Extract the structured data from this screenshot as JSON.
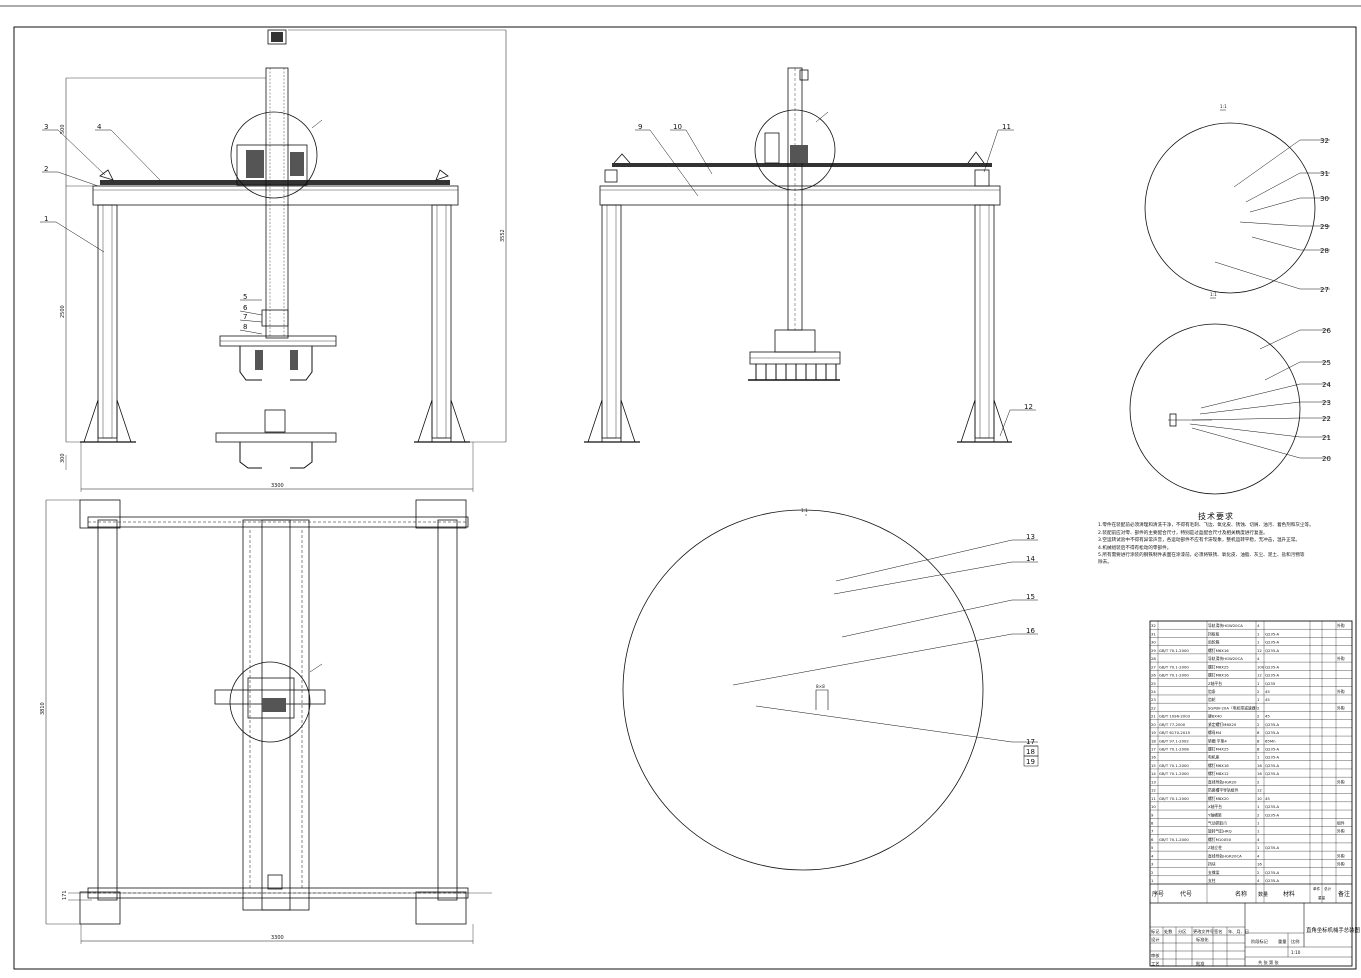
{
  "dims": {
    "top_left_a": "500",
    "left_mid": "2500",
    "left_bottom": "300",
    "width_front": "3300",
    "height_right": "3552",
    "plan_height": "3810",
    "plan_width": "3300",
    "plan_small": "171",
    "detail_small": "8×8"
  },
  "section_marks": {
    "a": "1:1",
    "b": "1:1",
    "c": "1:1"
  },
  "callouts": [
    "1",
    "2",
    "3",
    "4",
    "5",
    "6",
    "7",
    "8",
    "9",
    "10",
    "11",
    "12",
    "13",
    "14",
    "15",
    "16",
    "17",
    "18",
    "19",
    "20",
    "21",
    "22",
    "23",
    "24",
    "25",
    "26",
    "27",
    "28",
    "29",
    "30",
    "31",
    "32"
  ],
  "tech": {
    "title": "技术要求",
    "lines": [
      "1.零件在装配前必须清理和清洗干净，不得有毛刺、飞边、氧化皮、锈蚀、切屑、油污、着色剂和灰尘等。",
      "2.装配前应对零、部件的主要配合尺寸，特别是过盈配合尺寸及相关精度进行复查。",
      "3.空运转试验中不得有异常声音，各运动部件不应有卡滞现象，整机运转平稳，无冲击，温升正常。",
      "4.机械组装后不得有松动的零部件。",
      "5.所有需要进行涂装的钢铁制件表面在涂漆前，必须将铁锈、氧化皮、油脂、灰尘、泥土、盐和污物等",
      "  除去。"
    ]
  },
  "bom": {
    "rows": [
      [
        "32",
        "",
        "导轨滑块HGW20CA",
        "4",
        "",
        "",
        "外购"
      ],
      [
        "31",
        "",
        "挡板板",
        "1",
        "Q235-A",
        "",
        ""
      ],
      [
        "30",
        "",
        "齿轮箱",
        "1",
        "Q235-A",
        "",
        ""
      ],
      [
        "29",
        "GB/T 70.1-2000",
        "螺钉M6X16",
        "12",
        "Q235-A",
        "",
        ""
      ],
      [
        "28",
        "",
        "导轨滑块HGW20CA",
        "4",
        "",
        "",
        "外购"
      ],
      [
        "27",
        "GB/T 70.1-2000",
        "螺钉M6X25",
        "100",
        "Q235-A",
        "",
        ""
      ],
      [
        "26",
        "GB/T 70.1-2000",
        "螺钉M6X16",
        "12",
        "Q235-A",
        "",
        ""
      ],
      [
        "25",
        "",
        "Z轴平台",
        "1",
        "Q235",
        "",
        ""
      ],
      [
        "24",
        "",
        "齿条",
        "2",
        "45",
        "",
        "外购"
      ],
      [
        "23",
        "",
        "齿轮",
        "1",
        "45",
        "",
        ""
      ],
      [
        "22",
        "",
        "SGMJV-20A（电机带减速器）",
        "2",
        "",
        "",
        "外购"
      ],
      [
        "21",
        "GB/T 1096-2003",
        "键8X40",
        "2",
        "45",
        "",
        ""
      ],
      [
        "20",
        "GB/T 77-2000",
        "紧定螺钉M6X20",
        "2",
        "Q235-A",
        "",
        ""
      ],
      [
        "19",
        "GB/T 6170-2015",
        "螺母M4",
        "8",
        "Q235-A",
        "",
        ""
      ],
      [
        "18",
        "GB/T 97.1-2002",
        "垫圈 平垫4",
        "8",
        "65Mn",
        "",
        ""
      ],
      [
        "17",
        "GB/T 70.1-2008",
        "螺钉M4X25",
        "8",
        "Q235-A",
        "",
        ""
      ],
      [
        "16",
        "",
        "电机座",
        "1",
        "Q235-A",
        "",
        ""
      ],
      [
        "15",
        "GB/T 70.1-2000",
        "螺钉M6X16",
        "16",
        "Q235-A",
        "",
        ""
      ],
      [
        "14",
        "GB/T 70.1-2000",
        "螺钉M8X12",
        "16",
        "Q235-A",
        "",
        ""
      ],
      [
        "13",
        "",
        "直线导轨HGR20",
        "2",
        "",
        "",
        "外购"
      ],
      [
        "12",
        "",
        "防腐槽平导轨组件",
        "12",
        "",
        "",
        ""
      ],
      [
        "11",
        "GB/T 70.1-2000",
        "螺钉M8X20",
        "10",
        "45",
        "",
        ""
      ],
      [
        "10",
        "",
        "X轴平台",
        "1",
        "Q235-A",
        "",
        ""
      ],
      [
        "9",
        "",
        "Y轴横梁",
        "2",
        "Q235-A",
        "",
        ""
      ],
      [
        "8",
        "",
        "气动抓取爪",
        "1",
        "",
        "",
        "组件"
      ],
      [
        "7",
        "",
        "旋转气缸HRQ",
        "1",
        "",
        "",
        "外购"
      ],
      [
        "6",
        "GB/T 70.1-2000",
        "螺钉M10X50",
        "4",
        "",
        "",
        ""
      ],
      [
        "5",
        "",
        "Z轴立柱",
        "1",
        "Q235-A",
        "",
        ""
      ],
      [
        "4",
        "",
        "直线导轨HGR20CA",
        "4",
        "",
        "",
        "外购"
      ],
      [
        "3",
        "",
        "挡块",
        "16",
        "",
        "",
        "外购"
      ],
      [
        "2",
        "",
        "支撑梁",
        "2",
        "Q235-A",
        "",
        ""
      ],
      [
        "1",
        "",
        "支柱",
        "4",
        "Q235-A",
        "",
        ""
      ]
    ],
    "header": {
      "seq": "序号",
      "code": "代号",
      "name": "名称",
      "qty": "数量",
      "material": "材料",
      "single": "单件",
      "total": "总计",
      "weight": "重量",
      "note": "备注"
    },
    "title_block": {
      "title": "直角坐标机械手总装图",
      "mark": "标记",
      "count": "处数",
      "zone": "分区",
      "doc": "更改文件号",
      "sign": "签名",
      "date": "年、月、日",
      "design": "设计",
      "std": "标准化",
      "review": "审核",
      "process": "工艺",
      "approve": "批准",
      "stage": "阶段标记",
      "weight": "重量",
      "scale": "比例",
      "scale_val": "1:10",
      "sheet": "共  张  第  张"
    }
  }
}
